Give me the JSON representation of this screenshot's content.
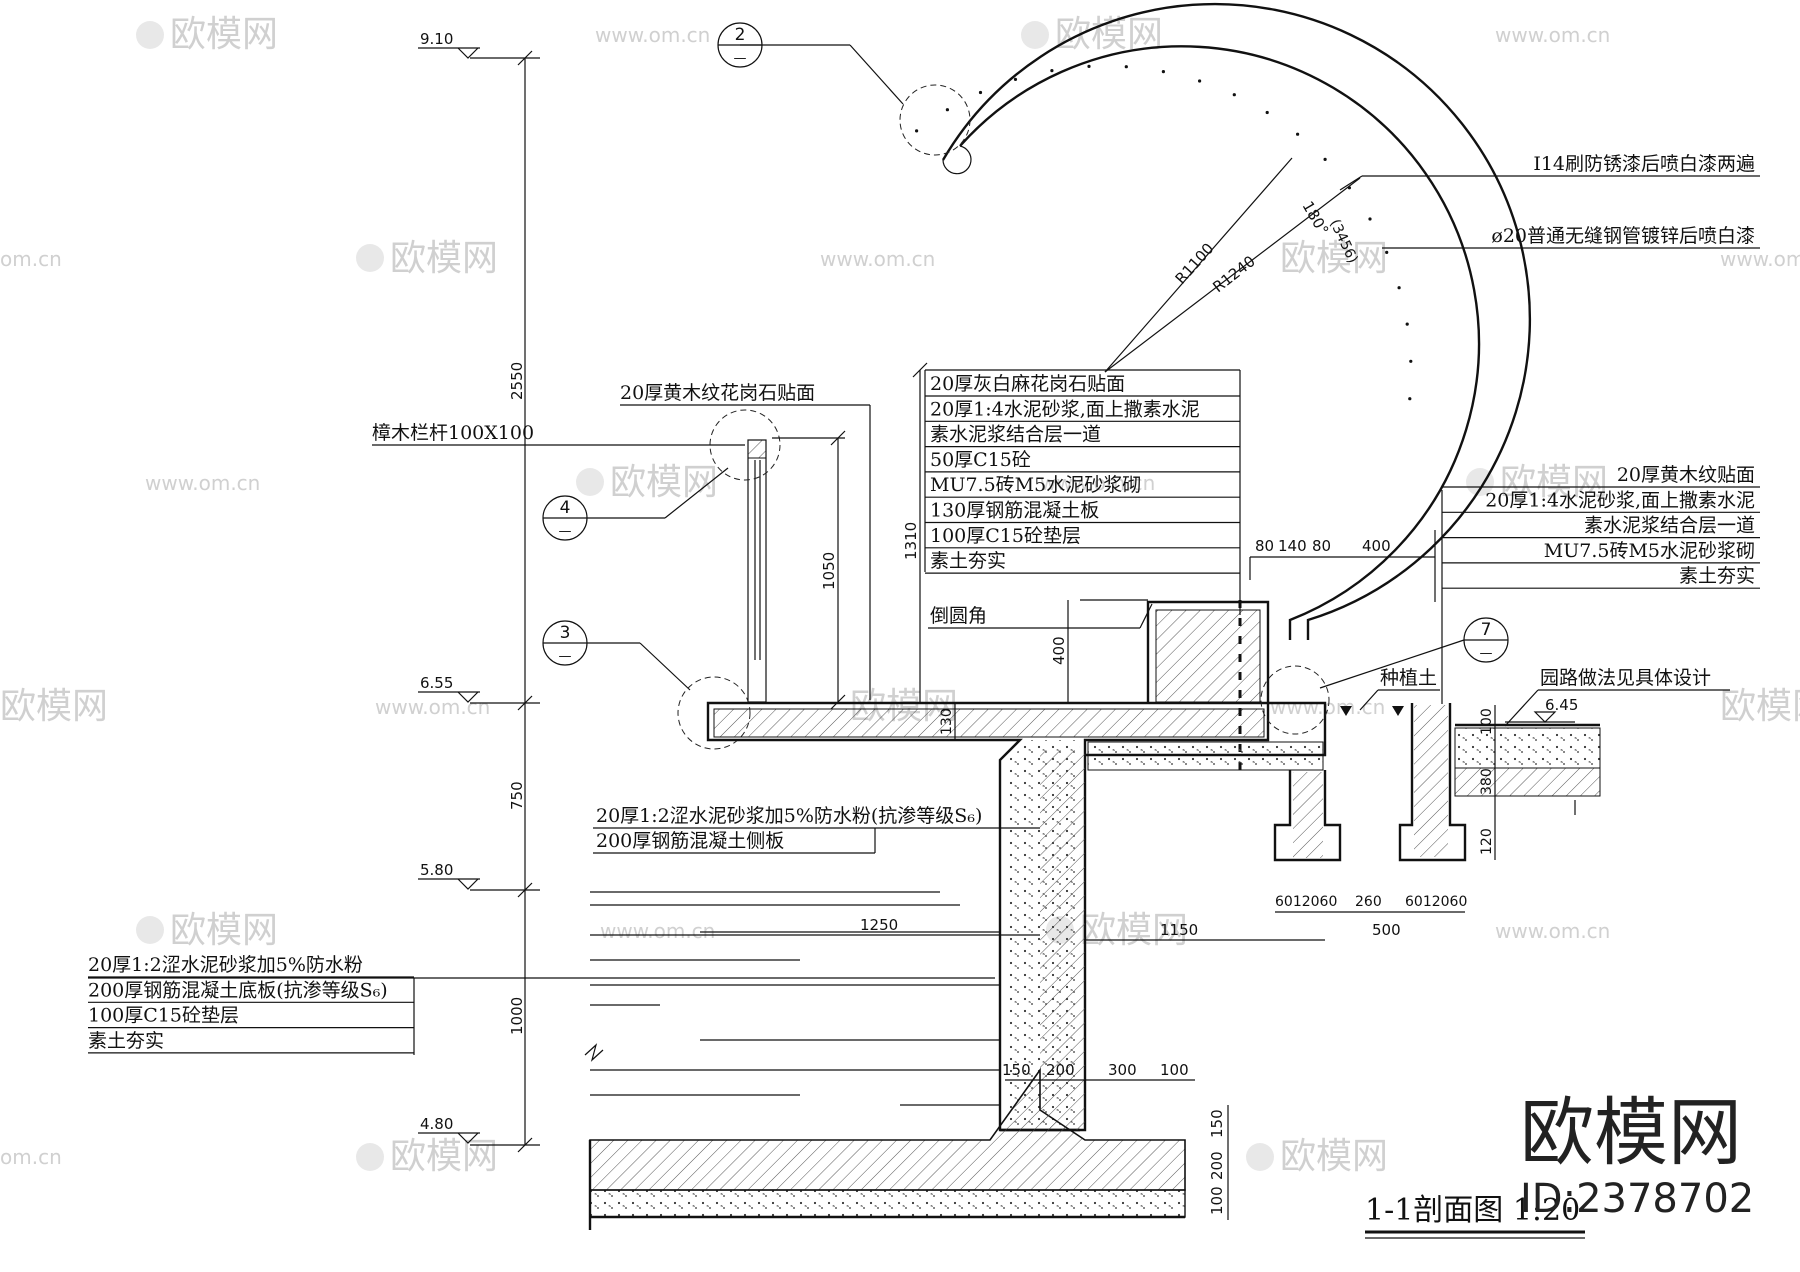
{
  "watermarks": {
    "brand_cn": "欧模网",
    "site": "www.om.cn",
    "site_short": "om.cn"
  },
  "elevations": {
    "e910": "9.10",
    "e655": "6.55",
    "e580": "5.80",
    "e480": "4.80",
    "e645": "6.45"
  },
  "dims": {
    "d2550": "2550",
    "d750": "750",
    "d1000": "1000",
    "d1050": "1050",
    "d1310": "1310",
    "d400": "400",
    "d130": "130",
    "d1250": "1250",
    "d1150": "1150",
    "d150a": "150",
    "d200a": "200",
    "d300": "300",
    "d100a": "100",
    "d150v": "150",
    "d200v": "200",
    "d100v": "100",
    "d80a": "80",
    "d140": "140",
    "d80b": "80",
    "d400b": "400",
    "d6012060a": "6012060",
    "d260": "260",
    "d6012060b": "6012060",
    "d500": "500",
    "d100r": "100",
    "d380": "380",
    "d120": "120",
    "r1100": "R1100",
    "r1240": "R1240",
    "angle": "180°",
    "arc_len": "(3456)"
  },
  "callouts": {
    "c2": {
      "num": "2",
      "sub": "—"
    },
    "c4": {
      "num": "4",
      "sub": "—"
    },
    "c3": {
      "num": "3",
      "sub": "—"
    },
    "c7": {
      "num": "7",
      "sub": "—"
    }
  },
  "labels": {
    "arch_paint": "I14刷防锈漆后喷白漆两遍",
    "arch_pipe": "ø20普通无缝钢管镀锌后喷白漆",
    "granite_top": "20厚黄木纹花岗石贴面",
    "railing": "樟木栏杆100X100",
    "chamfer": "倒圆角",
    "planting_soil": "种植土",
    "road_note": "园路做法见具体设计",
    "wall_side_1": "20厚1:2涩水泥砂浆加5%防水粉(抗渗等级S₆)",
    "wall_side_2": "200厚钢筋混凝土侧板"
  },
  "layers_mid": [
    "20厚灰白麻花岗石贴面",
    "20厚1:4水泥砂浆,面上撒素水泥",
    "素水泥浆结合层一道",
    "50厚C15砼",
    "MU7.5砖M5水泥砂浆砌",
    "130厚钢筋混凝土板",
    "100厚C15砼垫层",
    "素土夯实"
  ],
  "layers_right": [
    "20厚黄木纹贴面",
    "20厚1:4水泥砂浆,面上撒素水泥",
    "素水泥浆结合层一道",
    "MU7.5砖M5水泥砂浆砌",
    "素土夯实"
  ],
  "layers_bottom": [
    "20厚1:2涩水泥砂浆加5%防水粉",
    "200厚钢筋混凝土底板(抗渗等级S₆)",
    "100厚C15砼垫层",
    "素土夯实"
  ],
  "title_block": {
    "title": "1-1剖面图 1:20",
    "brand": "欧模网",
    "id_label": "ID:2378702"
  }
}
